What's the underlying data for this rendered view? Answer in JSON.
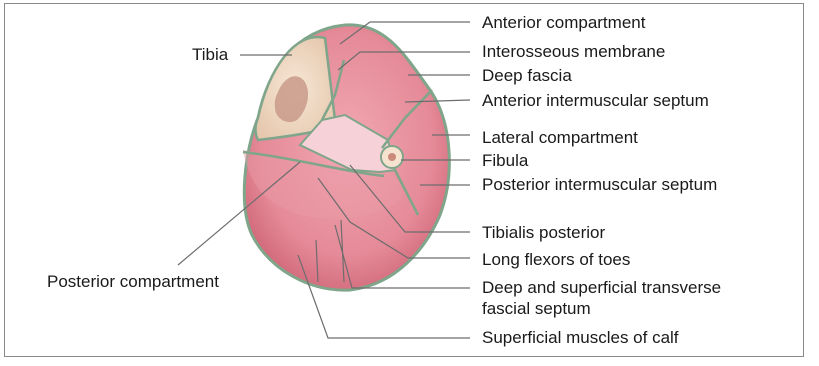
{
  "labels": {
    "tibia": "Tibia",
    "posterior_compartment": "Posterior compartment",
    "anterior_compartment": "Anterior compartment",
    "interosseous_membrane": "Interosseous membrane",
    "deep_fascia": "Deep fascia",
    "anterior_intermuscular_septum": "Anterior intermuscular septum",
    "lateral_compartment": "Lateral compartment",
    "fibula": "Fibula",
    "posterior_intermuscular_septum": "Posterior intermuscular septum",
    "tibialis_posterior": "Tibialis posterior",
    "long_flexors_of_toes": "Long flexors of toes",
    "deep_superficial_septum_line1": "Deep and superficial transverse",
    "deep_superficial_septum_line2": "fascial septum",
    "superficial_muscles_of_calf": "Superficial muscles of calf"
  },
  "colors": {
    "muscle_fill": "#e58a98",
    "muscle_dark": "#c95c6e",
    "fascia_outline": "#7fa58a",
    "bone_fill": "#efd9c4",
    "bone_marrow": "#c99a8a",
    "leader_line": "#6d6d6d"
  }
}
